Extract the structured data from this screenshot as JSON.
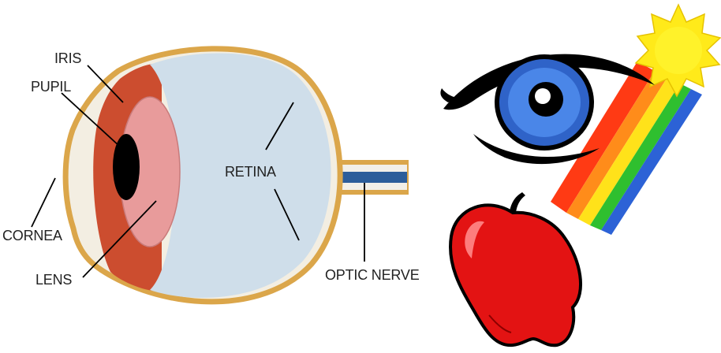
{
  "labels": {
    "iris": "IRIS",
    "pupil": "PUPIL",
    "retina": "RETINA",
    "cornea": "CORNEA",
    "lens": "LENS",
    "optic_nerve": "OPTIC NERVE"
  },
  "colors": {
    "sclera_outline": "#dba64a",
    "sclera_fill": "#f5f0e6",
    "iris": "#cc4d2f",
    "pupil": "#000000",
    "lens": "#e89b9b",
    "vitreous": "#cfdeea",
    "optic_nerve_blue": "#2c5d9a",
    "eye_iris_blue": "#2f63c8",
    "apple_red": "#e31313",
    "sun_yellow": "#ffea1a",
    "rainbow": [
      "#ff3a14",
      "#ff8c1a",
      "#ffe21a",
      "#2fbf2f",
      "#2c62d6"
    ]
  }
}
